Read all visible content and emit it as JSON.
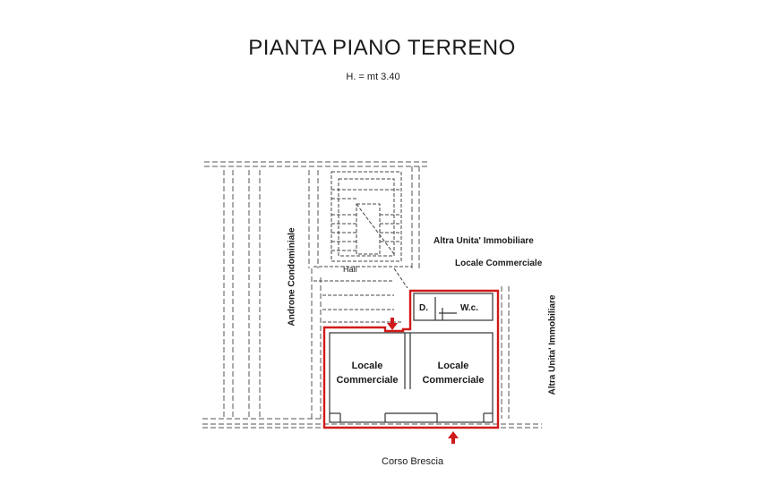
{
  "plan": {
    "title": "PIANTA PIANO TERRENO",
    "height_note": "H. = mt 3.40"
  },
  "labels": {
    "altra_unita_top": "Altra Unita' Immobiliare",
    "locale_commerciale_top": "Locale Commerciale",
    "hall": "Hall",
    "androne": "Androne Condominiale",
    "altra_unita_right": "Altra Unita' Immobiliare",
    "door": "D.",
    "wc": "W.c.",
    "street": "Corso Brescia"
  },
  "rooms": [
    {
      "line1": "Locale",
      "line2": "Commerciale"
    },
    {
      "line1": "Locale",
      "line2": "Commerciale"
    }
  ],
  "colors": {
    "boundary": "#d01a1a",
    "walls": "#333333",
    "dashed": "#555555"
  },
  "icons": {
    "entrance_top": "arrow-down-icon",
    "entrance_bottom": "arrow-up-icon"
  }
}
